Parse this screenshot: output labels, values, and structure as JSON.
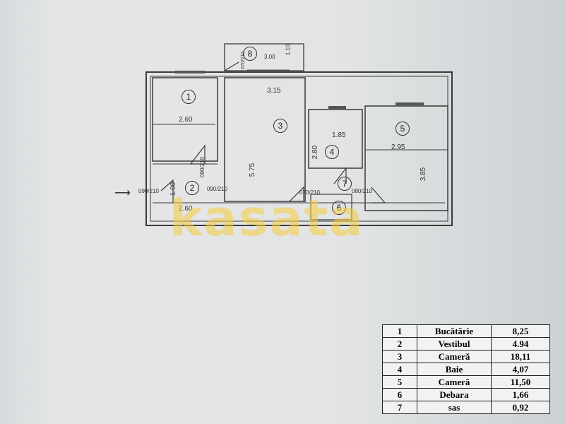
{
  "plan": {
    "rooms": [
      {
        "num": "1"
      },
      {
        "num": "2"
      },
      {
        "num": "3"
      },
      {
        "num": "4"
      },
      {
        "num": "5"
      },
      {
        "num": "6"
      },
      {
        "num": "7"
      },
      {
        "num": "8"
      }
    ],
    "dims": {
      "r1_width": "2.60",
      "r3_width": "3.15",
      "r3_length": "5.75",
      "r4_width": "1.85",
      "r4_height": "2.80",
      "r5_width": "2.95",
      "r5_length": "3.85",
      "r2_width": "2.60",
      "r2_height": "1.90",
      "balcony_width": "3.00",
      "balcony_depth": "1.10"
    },
    "door_labels": [
      "090/210",
      "090/210",
      "070/210",
      "090/210",
      "070/210",
      "080/210"
    ],
    "watermark": "kasata"
  },
  "table": {
    "rows": [
      {
        "n": "1",
        "name": "Bucătărie",
        "value": "8,25"
      },
      {
        "n": "2",
        "name": "Vestibul",
        "value": "4.94"
      },
      {
        "n": "3",
        "name": "Cameră",
        "value": "18,11"
      },
      {
        "n": "4",
        "name": "Baie",
        "value": "4,07"
      },
      {
        "n": "5",
        "name": "Cameră",
        "value": "11,50"
      },
      {
        "n": "6",
        "name": "Debara",
        "value": "1,66"
      },
      {
        "n": "7",
        "name": "sas",
        "value": "0,92"
      }
    ]
  }
}
